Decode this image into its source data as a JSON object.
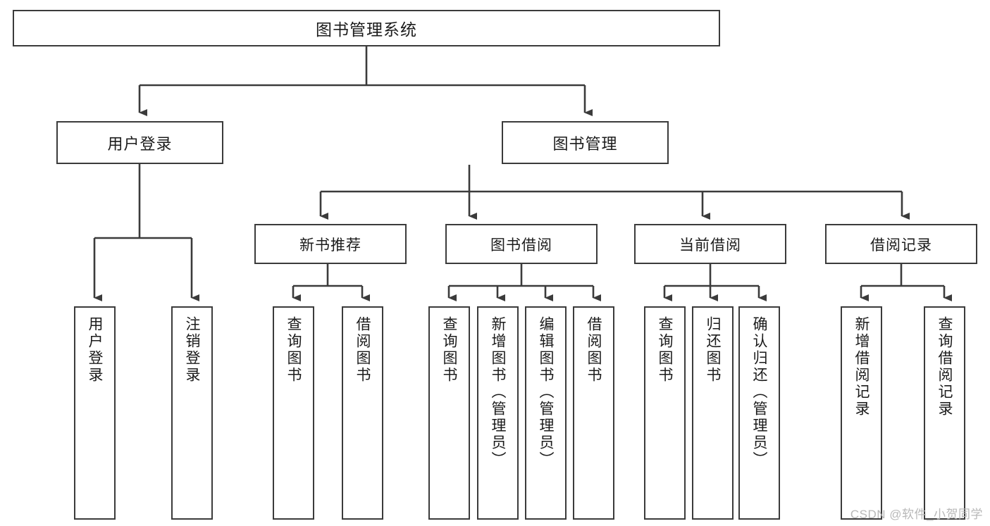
{
  "diagram": {
    "title": "图书管理系统",
    "type": "hierarchy-tree",
    "watermark": "CSDN @软件_小贺同学",
    "colors": {
      "stroke": "#3b3b3b",
      "fill": "#ffffff",
      "text": "#1b1b1b",
      "watermark": "#b8b8b8"
    },
    "root": {
      "label": "图书管理系统"
    },
    "level1": [
      {
        "label": "用户登录"
      },
      {
        "label": "图书管理"
      }
    ],
    "level2": [
      {
        "label": "新书推荐"
      },
      {
        "label": "图书借阅"
      },
      {
        "label": "当前借阅"
      },
      {
        "label": "借阅记录"
      }
    ],
    "leaves": {
      "user_login": [
        {
          "label": "用户登录"
        },
        {
          "label": "注销登录"
        }
      ],
      "new_book_recommend": [
        {
          "label": "查询图书"
        },
        {
          "label": "借阅图书"
        }
      ],
      "book_borrow": [
        {
          "label": "查询图书"
        },
        {
          "label": "新增图书（管理员）"
        },
        {
          "label": "编辑图书（管理员）"
        },
        {
          "label": "借阅图书"
        }
      ],
      "current_borrow": [
        {
          "label": "查询图书"
        },
        {
          "label": "归还图书"
        },
        {
          "label": "确认归还（管理员）"
        }
      ],
      "borrow_record": [
        {
          "label": "新增借阅记录"
        },
        {
          "label": "查询借阅记录"
        }
      ]
    }
  }
}
